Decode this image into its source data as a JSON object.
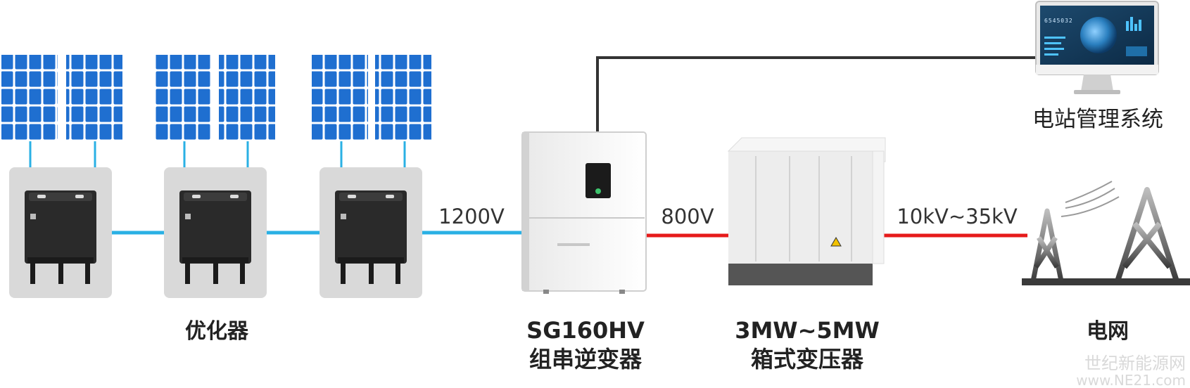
{
  "colors": {
    "dc_line": "#2ab0e4",
    "ac_line": "#e61b1b",
    "comm_line": "#333333",
    "panel_blue": "#1f6fd0",
    "optimizer_bg": "#d9d9d9",
    "tower_gray": "#777777"
  },
  "panels": {
    "group_count": 3,
    "panels_per_group": 2
  },
  "optimizers": {
    "count": 3,
    "label": "优化器"
  },
  "voltages": {
    "dc": "1200V",
    "ac_low": "800V",
    "ac_high": "10kV~35kV"
  },
  "inverter": {
    "model": "SG160HV",
    "name": "组串逆变器"
  },
  "transformer": {
    "power": "3MW~5MW",
    "name": "箱式变压器"
  },
  "monitor": {
    "label": "电站管理系统",
    "screen_number": "6545032"
  },
  "grid": {
    "label": "电网"
  },
  "watermark": {
    "line1": "世纪新能源网",
    "line2": "www.NE21.com"
  }
}
